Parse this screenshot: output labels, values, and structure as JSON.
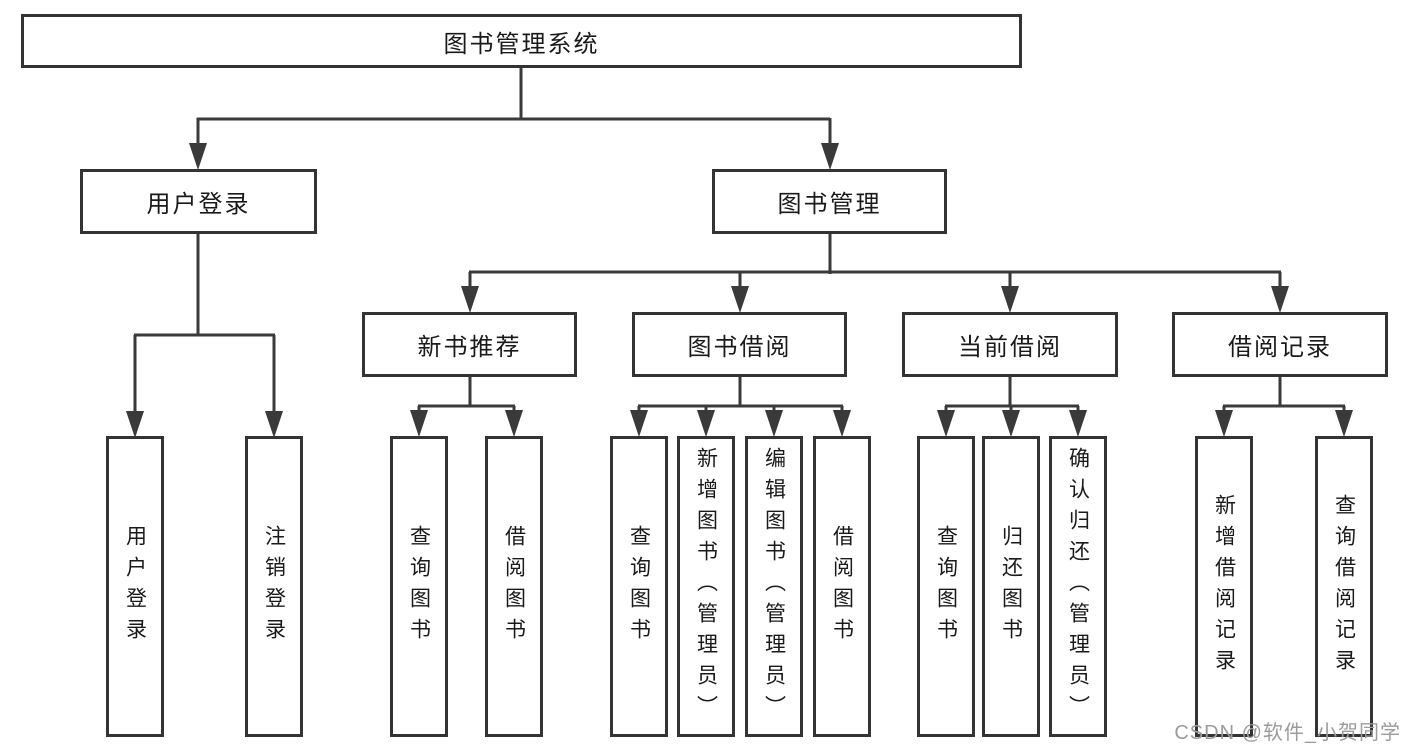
{
  "diagram": {
    "type": "hierarchy-tree",
    "root": {
      "label": "图书管理系统",
      "children": [
        {
          "label": "用户登录",
          "children": [
            {
              "label": "用户登录"
            },
            {
              "label": "注销登录"
            }
          ]
        },
        {
          "label": "图书管理",
          "children": [
            {
              "label": "新书推荐",
              "children": [
                {
                  "label": "查询图书"
                },
                {
                  "label": "借阅图书"
                }
              ]
            },
            {
              "label": "图书借阅",
              "children": [
                {
                  "label": "查询图书"
                },
                {
                  "label": "新增图书（管理员）"
                },
                {
                  "label": "编辑图书（管理员）"
                },
                {
                  "label": "借阅图书"
                }
              ]
            },
            {
              "label": "当前借阅",
              "children": [
                {
                  "label": "查询图书"
                },
                {
                  "label": "归还图书"
                },
                {
                  "label": "确认归还（管理员）"
                }
              ]
            },
            {
              "label": "借阅记录",
              "children": [
                {
                  "label": "新增借阅记录"
                },
                {
                  "label": "查询借阅记录"
                }
              ]
            }
          ]
        }
      ]
    }
  },
  "watermark": {
    "text": "CSDN @软件_小贺同学"
  },
  "colors": {
    "line": "#3a3a3a",
    "box_border": "#333333",
    "text": "#1a1a1a",
    "watermark": "#9b9b9b",
    "background": "#ffffff"
  }
}
